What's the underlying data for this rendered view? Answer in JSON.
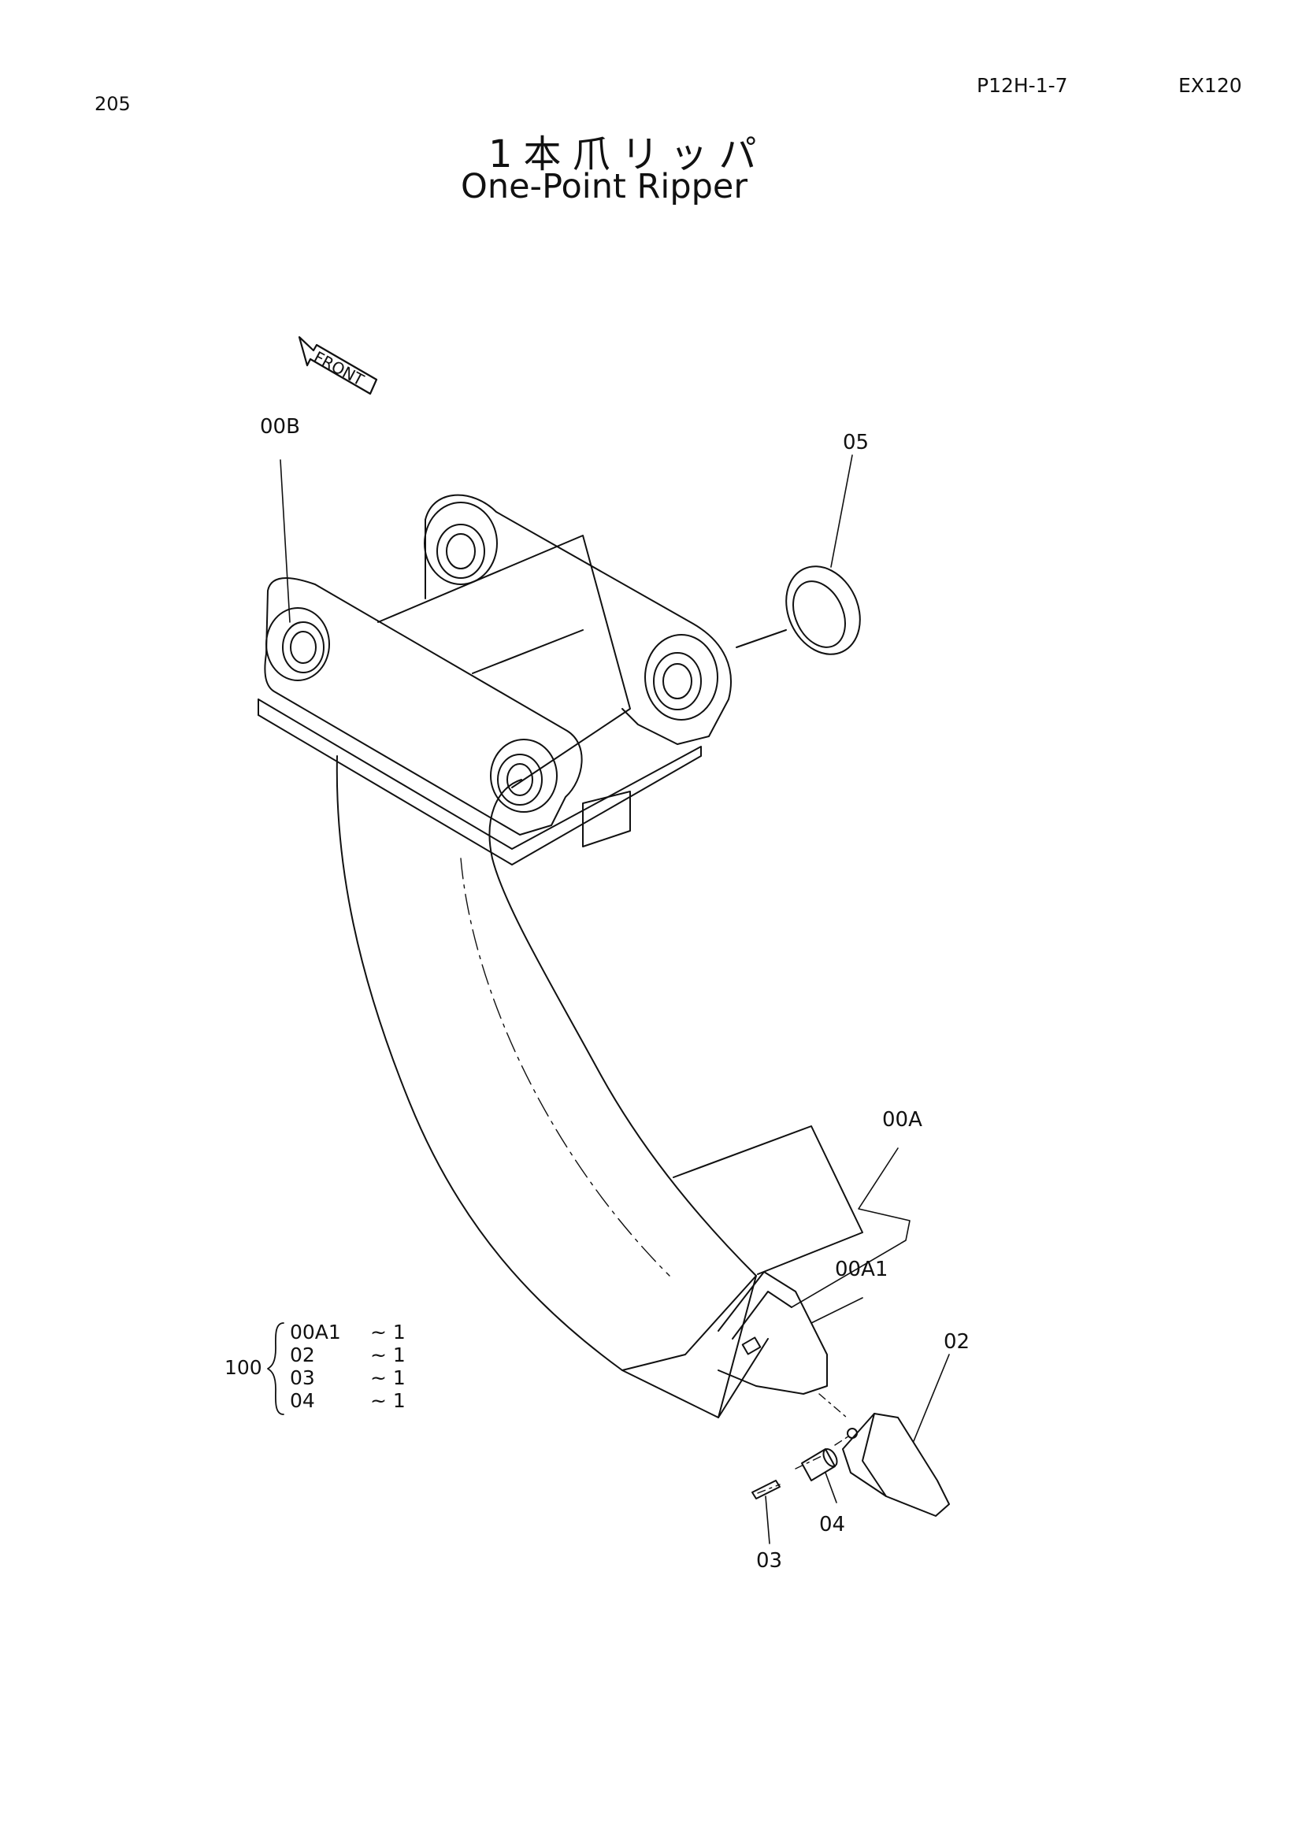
{
  "header": {
    "page_number": "205",
    "doc_code": "P12H-1-7",
    "model": "EX120"
  },
  "title": {
    "japanese": "1本爪リッパ",
    "english": "One-Point Ripper"
  },
  "diagram": {
    "front_arrow_label": "FRONT",
    "callouts": {
      "part_00B": "00B",
      "part_05": "05",
      "part_00A": "00A",
      "part_00A1": "00A1",
      "part_02": "02",
      "part_03": "03",
      "part_04": "04"
    },
    "kit": {
      "number": "100",
      "items": [
        {
          "part": "00A1",
          "qty": "~ 1"
        },
        {
          "part": "02",
          "qty": "~ 1"
        },
        {
          "part": "03",
          "qty": "~ 1"
        },
        {
          "part": "04",
          "qty": "~ 1"
        }
      ]
    }
  }
}
